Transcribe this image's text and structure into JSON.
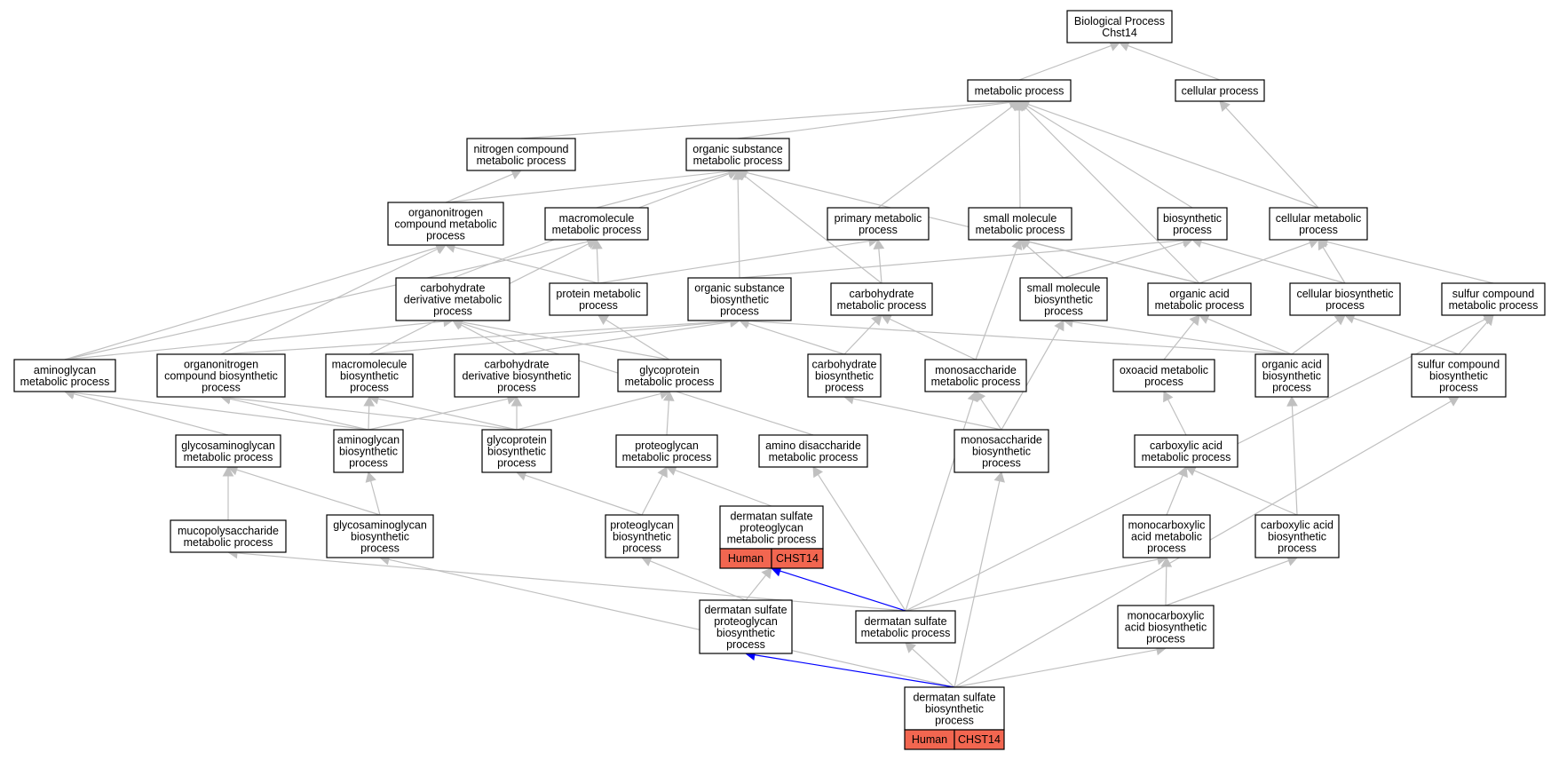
{
  "colors": {
    "edge": "#c0c0c0",
    "highlight_edge": "#0000ff",
    "annotation_fill": "#f26650",
    "node_border": "#000000"
  },
  "nodes": {
    "bp": [
      "Biological Process",
      "Chst14"
    ],
    "met": [
      "metabolic process"
    ],
    "cell": [
      "cellular process"
    ],
    "nitro": [
      "nitrogen compound",
      "metabolic process"
    ],
    "orgsub": [
      "organic substance",
      "metabolic process"
    ],
    "orgnitro": [
      "organonitrogen",
      "compound metabolic",
      "process"
    ],
    "macromet": [
      "macromolecule",
      "metabolic process"
    ],
    "primary": [
      "primary metabolic",
      "process"
    ],
    "smallmol": [
      "small molecule",
      "metabolic process"
    ],
    "biosyn": [
      "biosynthetic",
      "process"
    ],
    "cellmet": [
      "cellular metabolic",
      "process"
    ],
    "carbderiv": [
      "carbohydrate",
      "derivative metabolic",
      "process"
    ],
    "protmet": [
      "protein metabolic",
      "process"
    ],
    "orgsubbio": [
      "organic substance",
      "biosynthetic",
      "process"
    ],
    "carbmet": [
      "carbohydrate",
      "metabolic process"
    ],
    "smallbio": [
      "small molecule",
      "biosynthetic",
      "process"
    ],
    "orgacid": [
      "organic acid",
      "metabolic process"
    ],
    "cellbio": [
      "cellular biosynthetic",
      "process"
    ],
    "sulfmet": [
      "sulfur compound",
      "metabolic process"
    ],
    "aminogmet": [
      "aminoglycan",
      "metabolic process"
    ],
    "orgnitrobio": [
      "organonitrogen",
      "compound biosynthetic",
      "process"
    ],
    "macrobio": [
      "macromolecule",
      "biosynthetic",
      "process"
    ],
    "carbderivbio": [
      "carbohydrate",
      "derivative biosynthetic",
      "process"
    ],
    "glycoprotmet": [
      "glycoprotein",
      "metabolic process"
    ],
    "carbbio": [
      "carbohydrate",
      "biosynthetic",
      "process"
    ],
    "monosmet": [
      "monosaccharide",
      "metabolic process"
    ],
    "oxoacid": [
      "oxoacid metabolic",
      "process"
    ],
    "orgacidbio": [
      "organic acid",
      "biosynthetic",
      "process"
    ],
    "sulfbio": [
      "sulfur compound",
      "biosynthetic",
      "process"
    ],
    "gagmet": [
      "glycosaminoglycan",
      "metabolic process"
    ],
    "aminogbio": [
      "aminoglycan",
      "biosynthetic",
      "process"
    ],
    "glycoprotbio": [
      "glycoprotein",
      "biosynthetic",
      "process"
    ],
    "pgmet": [
      "proteoglycan",
      "metabolic process"
    ],
    "aminodi": [
      "amino disaccharide",
      "metabolic process"
    ],
    "monosbio": [
      "monosaccharide",
      "biosynthetic",
      "process"
    ],
    "carboxmet": [
      "carboxylic acid",
      "metabolic process"
    ],
    "mucopoly": [
      "mucopolysaccharide",
      "metabolic process"
    ],
    "gagbio": [
      "glycosaminoglycan",
      "biosynthetic",
      "process"
    ],
    "pgbio": [
      "proteoglycan",
      "biosynthetic",
      "process"
    ],
    "dspgmet": [
      "dermatan sulfate",
      "proteoglycan",
      "metabolic process"
    ],
    "monocarbmet": [
      "monocarboxylic",
      "acid metabolic",
      "process"
    ],
    "carboxbio": [
      "carboxylic acid",
      "biosynthetic",
      "process"
    ],
    "dspgbio": [
      "dermatan sulfate",
      "proteoglycan",
      "biosynthetic",
      "process"
    ],
    "dsmet": [
      "dermatan sulfate",
      "metabolic process"
    ],
    "monocarbbio": [
      "monocarboxylic",
      "acid biosynthetic",
      "process"
    ],
    "dsbio": [
      "dermatan sulfate",
      "biosynthetic",
      "process"
    ]
  },
  "annotations": {
    "dspgmet": [
      "Human",
      "CHST14"
    ],
    "dsbio": [
      "Human",
      "CHST14"
    ]
  }
}
